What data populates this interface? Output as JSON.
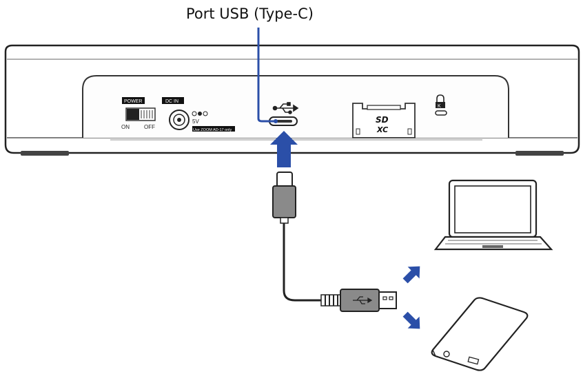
{
  "callout": {
    "label": "Port USB (Type-C)"
  },
  "panel": {
    "power_label": "POWER",
    "on_label": "ON",
    "off_label": "OFF",
    "dc_in_label": "DC IN",
    "voltage_label": "5V",
    "adapter_label": "Use ZOOM AD-17 only",
    "sd_logo_top": "SD",
    "sd_logo_bottom": "XC"
  },
  "colors": {
    "accent_blue": "#2b4fa8",
    "line_black": "#111111",
    "cable_gray": "#7a7a7a"
  },
  "icons": [
    "usb-symbol-icon",
    "kensington-lock-icon",
    "laptop-icon",
    "power-bank-icon",
    "arrow-up-right-icon",
    "arrow-down-right-icon",
    "arrow-up-icon"
  ]
}
